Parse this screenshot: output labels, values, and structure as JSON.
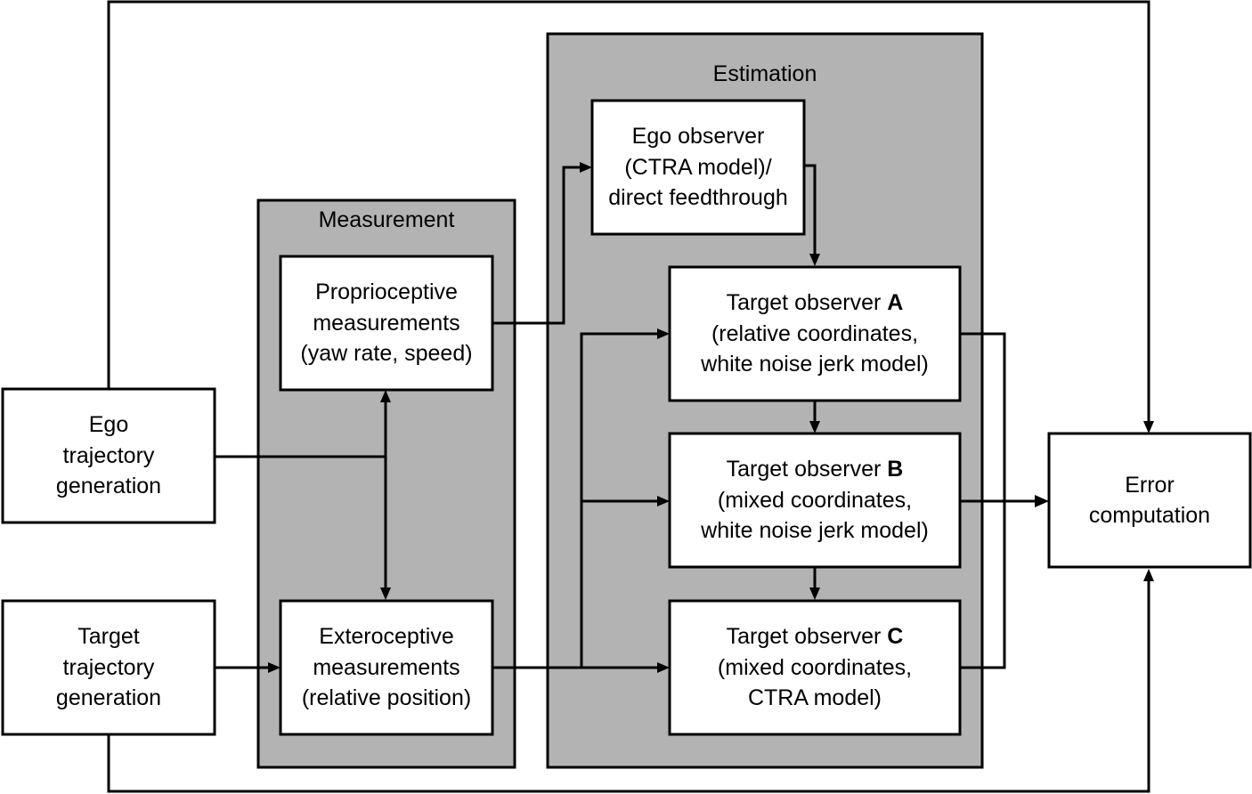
{
  "groups": {
    "measurement": "Measurement",
    "estimation": "Estimation"
  },
  "blocks": {
    "ego_gen": [
      "Ego",
      "trajectory",
      "generation"
    ],
    "target_gen": [
      "Target",
      "trajectory",
      "generation"
    ],
    "proprio": [
      "Proprioceptive",
      "measurements",
      "(yaw rate, speed)"
    ],
    "extero": [
      "Exteroceptive",
      "measurements",
      "(relative position)"
    ],
    "ego_obs": [
      "Ego observer",
      "(CTRA model)/",
      "direct feedthrough"
    ],
    "obs_a": {
      "title": "Target observer ",
      "letter": "A",
      "lines": [
        "(relative coordinates,",
        "white noise jerk model)"
      ]
    },
    "obs_b": {
      "title": "Target observer ",
      "letter": "B",
      "lines": [
        "(mixed coordinates,",
        "white noise jerk model)"
      ]
    },
    "obs_c": {
      "title": "Target observer ",
      "letter": "C",
      "lines": [
        "(mixed coordinates,",
        "CTRA model)"
      ]
    },
    "error": [
      "Error",
      "computation"
    ]
  }
}
